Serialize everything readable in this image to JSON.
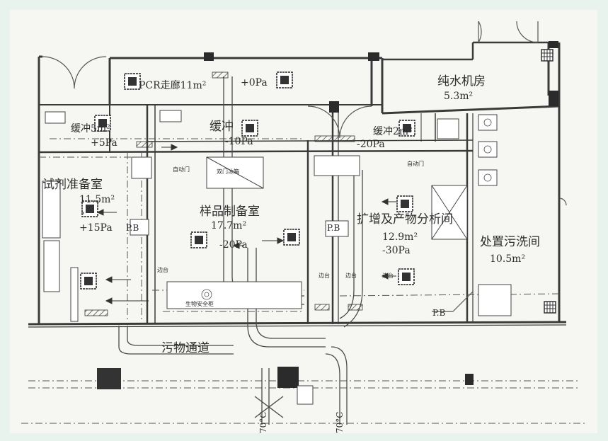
{
  "rooms": {
    "pcr_corridor": "PCR走廊11m²",
    "pcr_corridor_pressure": "+0Pa",
    "pure_water": {
      "name": "纯水机房",
      "area": "5.3m²"
    },
    "buffer_left": {
      "name": "缓冲5m²",
      "pressure": "+5Pa"
    },
    "buffer_mid": {
      "name": "缓冲",
      "pressure": "-10Pa"
    },
    "buffer_right": {
      "name": "缓冲2m²",
      "pressure": "-20Pa"
    },
    "reagent": {
      "name": "试剂准备室",
      "area": "11.5m²",
      "pressure": "+15Pa"
    },
    "sample": {
      "name": "样品制备室",
      "area": "17.7m²",
      "pressure": "-20Pa"
    },
    "amplification": {
      "name": "扩增及产物分析间",
      "area": "12.9m²",
      "pressure": "-30Pa"
    },
    "waste_wash": {
      "name": "处置污洗间",
      "area": "10.5m²"
    },
    "dirt_corridor": "污物通道"
  },
  "labels": {
    "auto_door": "自动门",
    "pass_box": "P.B",
    "pass_box_rotated": "P.B",
    "bench": "边台",
    "bio_cabinet": "生物安全柜",
    "double_fridge": "双门冰箱",
    "temp_70": "70°C"
  }
}
